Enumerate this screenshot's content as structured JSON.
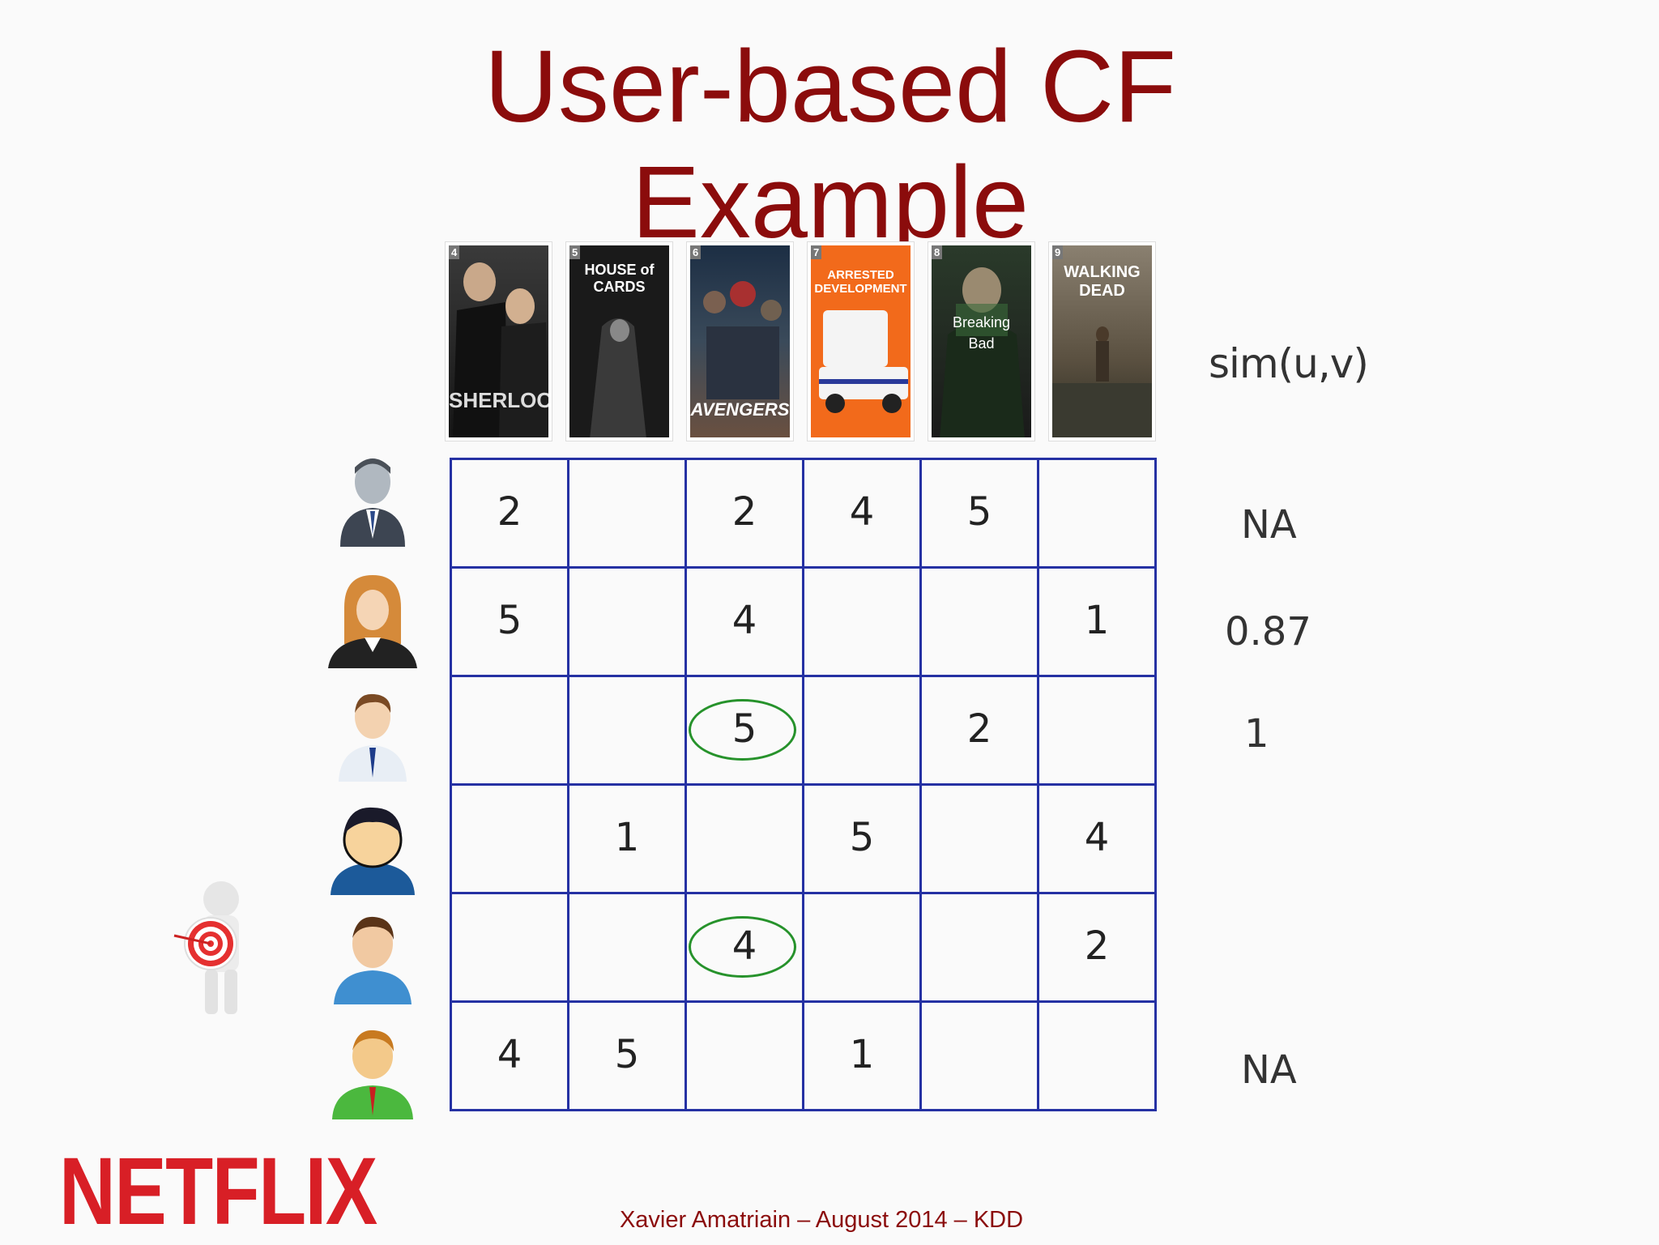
{
  "slide": {
    "title_line1": "User-based CF",
    "title_line2": "Example",
    "footer": "Xavier Amatriain – August 2014 – KDD",
    "logo": "NETFLIX",
    "sim_header": "sim(u,v)"
  },
  "posters": [
    {
      "num": "4",
      "title": "SHERLOCK",
      "icon": "sherlock-poster"
    },
    {
      "num": "5",
      "title": "HOUSE of CARDS",
      "icon": "house-of-cards-poster"
    },
    {
      "num": "6",
      "title": "AVENGERS",
      "icon": "avengers-poster"
    },
    {
      "num": "7",
      "title": "ARRESTED DEVELOPMENT",
      "icon": "arrested-development-poster"
    },
    {
      "num": "8",
      "title": "Breaking Bad",
      "icon": "breaking-bad-poster"
    },
    {
      "num": "9",
      "title": "WALKING DEAD",
      "icon": "walking-dead-poster"
    }
  ],
  "ratings": [
    [
      "2",
      "",
      "2",
      "4",
      "5",
      ""
    ],
    [
      "5",
      "",
      "4",
      "",
      "",
      "1"
    ],
    [
      "",
      "",
      "5",
      "",
      "2",
      ""
    ],
    [
      "",
      "1",
      "",
      "5",
      "",
      "4"
    ],
    [
      "",
      "",
      "4",
      "",
      "",
      "2"
    ],
    [
      "4",
      "5",
      "",
      "1",
      "",
      ""
    ]
  ],
  "similarities": [
    "NA",
    "0.87",
    "1",
    "",
    "",
    "NA"
  ],
  "circled_cells": [
    [
      2,
      2
    ],
    [
      4,
      2
    ]
  ],
  "colors": {
    "title": "#8b0c0c",
    "grid": "#2531a3",
    "circle": "#26922b",
    "netflix_red": "#d81f26"
  }
}
